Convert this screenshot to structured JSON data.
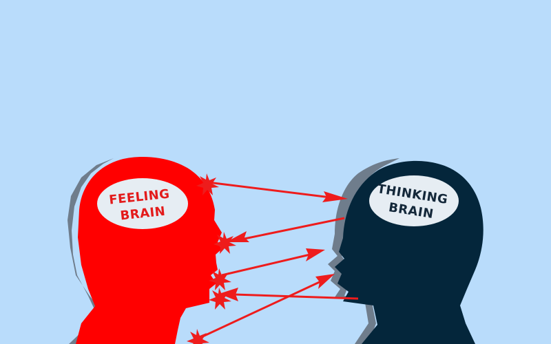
{
  "illustration": {
    "left_head": {
      "label_line1": "FEELING",
      "label_line2": "BRAIN",
      "color": "#ff0000",
      "label_color": "#e31b1b"
    },
    "right_head": {
      "label_line1": "THINKING",
      "label_line2": "BRAIN",
      "color": "#04263b",
      "label_color": "#14283a"
    },
    "background_color": "#b9dcfb",
    "arrow_color": "#ee1c1c",
    "shadow_color": "#6f7d8c",
    "label_bubble_color": "#e6edf3"
  }
}
